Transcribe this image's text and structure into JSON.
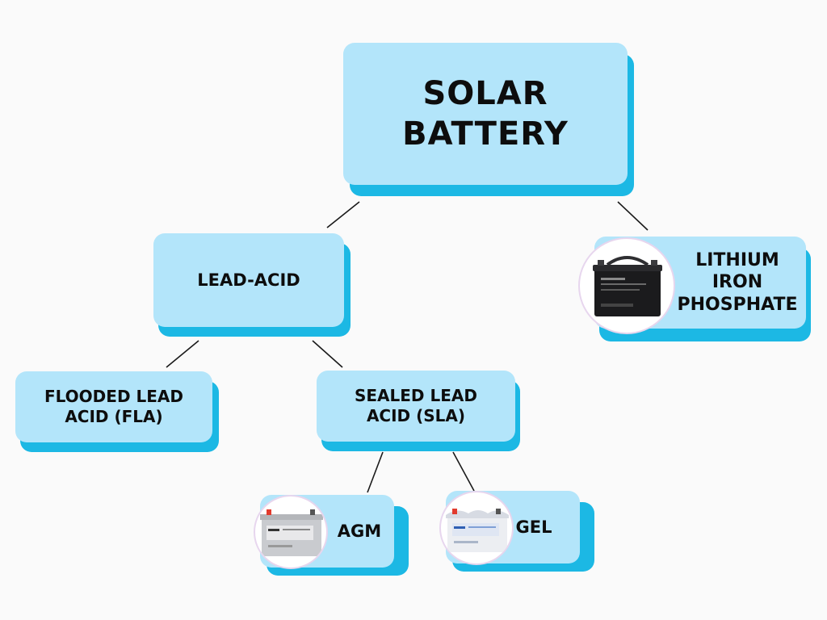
{
  "root": {
    "label": "SOLAR BATTERY"
  },
  "lead_acid": {
    "label": "LEAD-ACID"
  },
  "lithium": {
    "line1": "LITHIUM IRON",
    "line2": "PHOSPHATE"
  },
  "flooded": {
    "line1": "FLOODED LEAD",
    "line2": "ACID (FLA)"
  },
  "sealed": {
    "line1": "SEALED LEAD",
    "line2": "ACID (SLA)"
  },
  "agm": {
    "label": "AGM"
  },
  "gel": {
    "label": "GEL"
  },
  "colors": {
    "box_fill": "#b3e5fa",
    "box_shadow": "#1cb8e4",
    "connector": "#1a1a1a",
    "background": "#fafafa"
  },
  "icons": {
    "lithium": "black-battery-icon",
    "agm": "grey-battery-icon",
    "gel": "white-battery-icon"
  }
}
